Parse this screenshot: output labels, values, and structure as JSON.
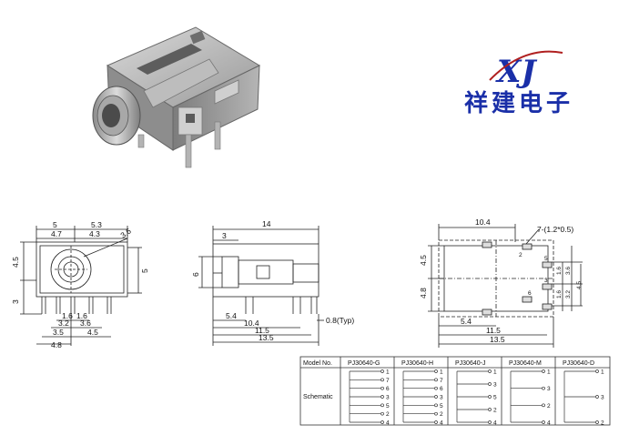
{
  "brand": {
    "logo_mark": "XJ",
    "name": "祥建电子",
    "accent_color": "#1a2fa8"
  },
  "front_view": {
    "top_dims": [
      "5",
      "5.3"
    ],
    "sub_dims": [
      "4.7",
      "4.3"
    ],
    "radius_label": "3.6",
    "left_dims": [
      "4.5",
      "3"
    ],
    "right_dim": "5",
    "bottom_dims": [
      "1.6",
      "1.6",
      "3.2",
      "3.6",
      "3.5",
      "4.5",
      "4.8"
    ]
  },
  "side_view": {
    "top_dim": "14",
    "upper_dim": "3",
    "left_dim": "6",
    "bottom_dims": [
      "5.4",
      "10.4",
      "11.5",
      "13.5"
    ],
    "pin_note": "0.8(Typ)"
  },
  "pcb_view": {
    "top_dim": "10.4",
    "hole_note": "7-(1.2*0.5)",
    "left_dims": [
      "4.5",
      "4.8"
    ],
    "pin_labels": [
      "2",
      "5",
      "3",
      "6"
    ],
    "right_dims": [
      "1.6",
      "3.6",
      "1.6",
      "3.2",
      "4.5"
    ],
    "bottom_dims": [
      "5.4",
      "11.5",
      "13.5"
    ]
  },
  "table": {
    "header_first": "Model No.",
    "models": [
      "PJ30640-G",
      "PJ30640-H",
      "PJ30640-J",
      "PJ30640-M",
      "PJ30640-D"
    ],
    "row_label": "Schematic",
    "pin_sets": [
      [
        "1",
        "7",
        "6",
        "3",
        "5",
        "2",
        "4"
      ],
      [
        "1",
        "7",
        "6",
        "3",
        "5",
        "2",
        "4"
      ],
      [
        "1",
        "3",
        "5",
        "2",
        "4"
      ],
      [
        "1",
        "3",
        "2",
        "4"
      ],
      [
        "1",
        "3",
        "2"
      ]
    ]
  }
}
